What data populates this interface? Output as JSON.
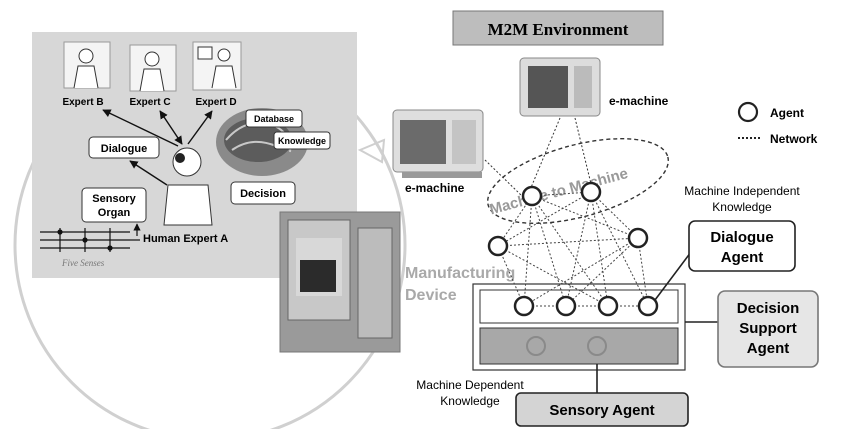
{
  "title": "M2M Environment",
  "human": {
    "experts": [
      "Expert B",
      "Expert C",
      "Expert D"
    ],
    "dialogue": "Dialogue",
    "sensory_organ_line1": "Sensory",
    "sensory_organ_line2": "Organ",
    "human_expert": "Human Expert A",
    "five_senses": "Five Senses",
    "database": "Database",
    "knowledge": "Knowledge",
    "decision": "Decision"
  },
  "machines": {
    "top": "e-machine",
    "left": "e-machine"
  },
  "legend": {
    "agent": "Agent",
    "network": "Network"
  },
  "network": {
    "m2m_label": "Machine to Machine",
    "machine_independent_line1": "Machine Independent",
    "machine_independent_line2": "Knowledge",
    "manufacturing_line1": "Manufacturing",
    "manufacturing_line2": "Device",
    "machine_dependent_line1": "Machine Dependent",
    "machine_dependent_line2": "Knowledge"
  },
  "agents": {
    "dialogue_line1": "Dialogue",
    "dialogue_line2": "Agent",
    "decision_line1": "Decision",
    "decision_line2": "Support",
    "decision_line3": "Agent",
    "sensory": "Sensory Agent"
  },
  "colors": {
    "panel_gray": "#d7d7d7",
    "title_box": "#bdbdbd",
    "agent_ring": "#222222",
    "lower_band": "#a8a8a8"
  }
}
